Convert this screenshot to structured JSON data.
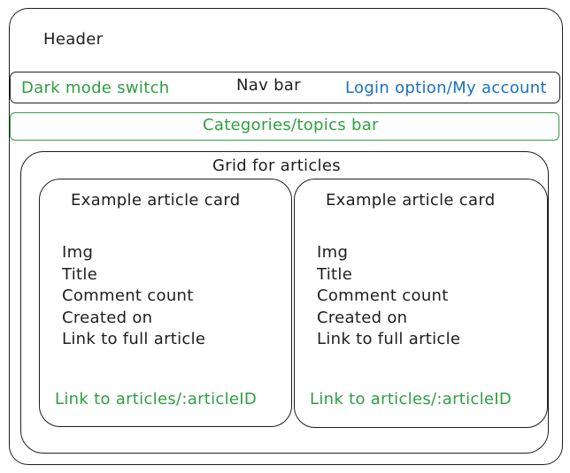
{
  "header": {
    "label": "Header"
  },
  "nav_bar": {
    "left_label": "Dark mode switch",
    "center_label": "Nav bar",
    "right_label": "Login option/My account"
  },
  "categories_bar": {
    "label": "Categories/topics bar"
  },
  "grid": {
    "label": "Grid for articles",
    "cards": [
      {
        "title": "Example article card",
        "fields": [
          "Img",
          "Title",
          "Comment count",
          "Created on",
          "Link to full article"
        ],
        "link_label": "Link to articles/:articleID"
      },
      {
        "title": "Example article card",
        "fields": [
          "Img",
          "Title",
          "Comment count",
          "Created on",
          "Link to full article"
        ],
        "link_label": "Link to articles/:articleID"
      }
    ]
  },
  "colors": {
    "green": "#2f9e44",
    "blue": "#1971c2",
    "stroke": "#1e1e1e"
  }
}
